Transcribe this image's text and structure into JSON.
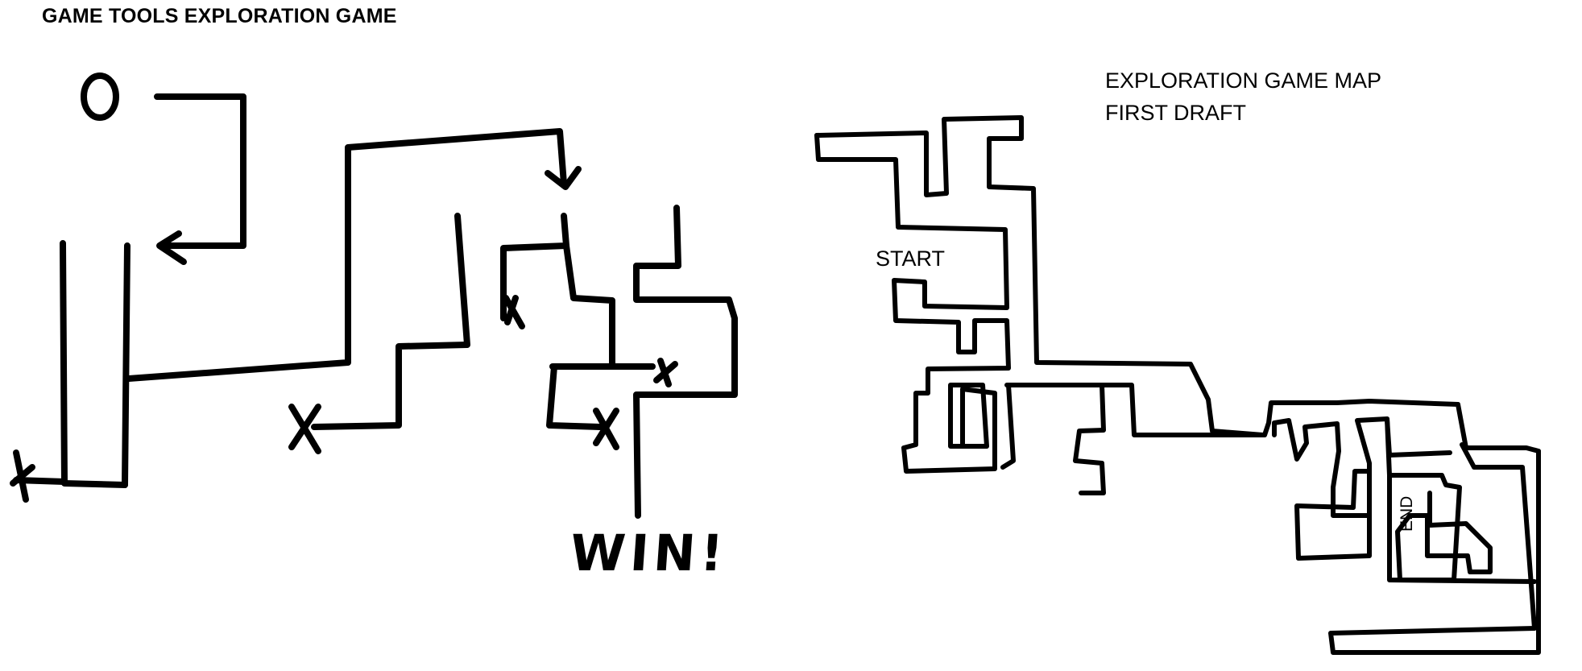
{
  "header": {
    "title": "GAME TOOLS EXPLORATION GAME"
  },
  "left_sketch": {
    "goal_label": "WIN!"
  },
  "map": {
    "title_line1": "EXPLORATION GAME MAP",
    "title_line2": "FIRST DRAFT",
    "start_label": "START",
    "end_label": "END"
  },
  "colors": {
    "ink": "#000000",
    "background": "#ffffff"
  }
}
